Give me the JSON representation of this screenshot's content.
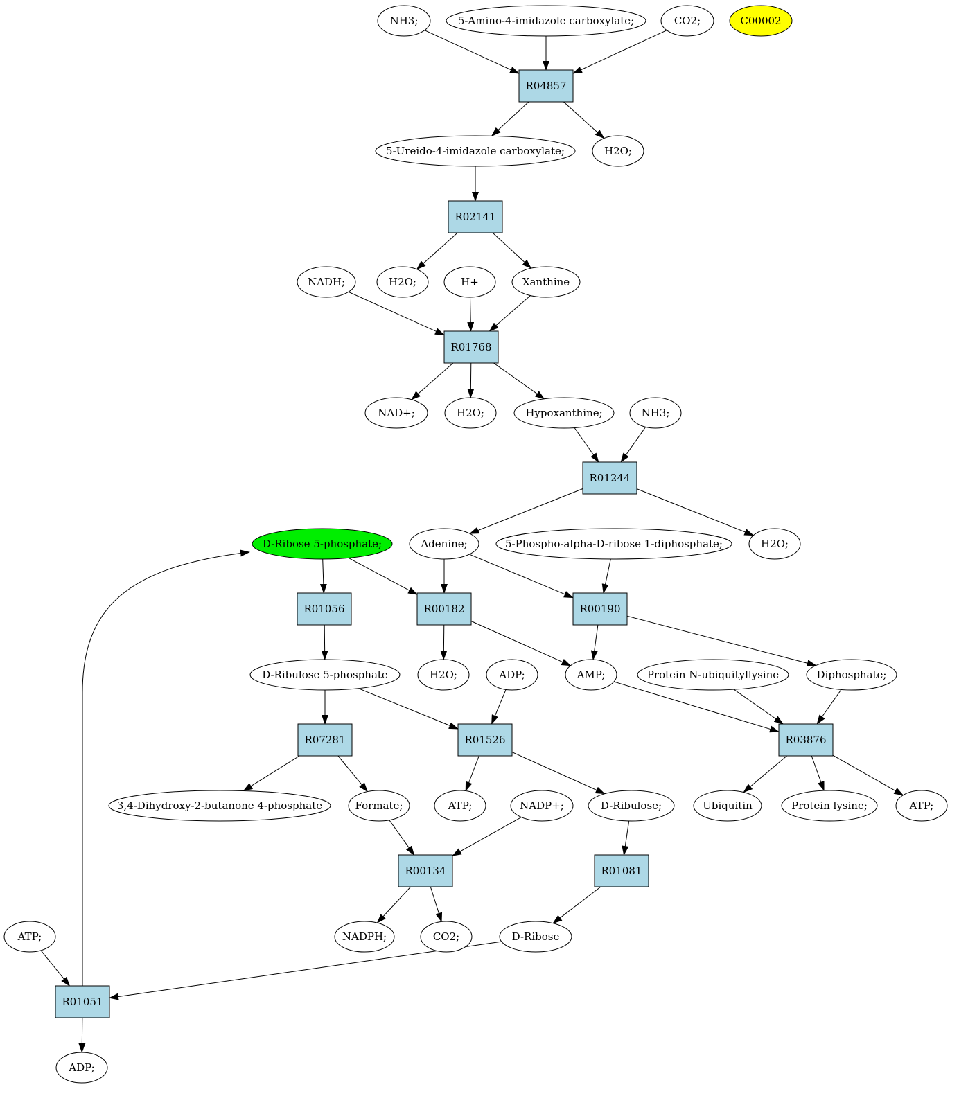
{
  "colors": {
    "reaction_fill": "#add8e6",
    "compound_fill": "#ffffff",
    "highlight_green": "#00ee00",
    "highlight_yellow": "#ffff00"
  },
  "nodes": [
    {
      "id": "nh3_top",
      "kind": "compound",
      "label": "NH3;"
    },
    {
      "id": "aica",
      "kind": "compound",
      "label": "5-Amino-4-imidazole carboxylate;"
    },
    {
      "id": "co2_top",
      "kind": "compound",
      "label": "CO2;"
    },
    {
      "id": "c00002",
      "kind": "compound",
      "label": "C00002",
      "fill": "highlight_yellow"
    },
    {
      "id": "r04857",
      "kind": "reaction",
      "label": "R04857"
    },
    {
      "id": "uica",
      "kind": "compound",
      "label": "5-Ureido-4-imidazole carboxylate;"
    },
    {
      "id": "h2o_1",
      "kind": "compound",
      "label": "H2O;"
    },
    {
      "id": "r02141",
      "kind": "reaction",
      "label": "R02141"
    },
    {
      "id": "nadh",
      "kind": "compound",
      "label": "NADH;"
    },
    {
      "id": "h2o_2",
      "kind": "compound",
      "label": "H2O;"
    },
    {
      "id": "hplus",
      "kind": "compound",
      "label": "H+"
    },
    {
      "id": "xanthine",
      "kind": "compound",
      "label": "Xanthine"
    },
    {
      "id": "r01768",
      "kind": "reaction",
      "label": "R01768"
    },
    {
      "id": "nadplus",
      "kind": "compound",
      "label": "NAD+;"
    },
    {
      "id": "h2o_3",
      "kind": "compound",
      "label": "H2O;"
    },
    {
      "id": "hypoxanthine",
      "kind": "compound",
      "label": "Hypoxanthine;"
    },
    {
      "id": "nh3_2",
      "kind": "compound",
      "label": "NH3;"
    },
    {
      "id": "r01244",
      "kind": "reaction",
      "label": "R01244"
    },
    {
      "id": "ribose5p",
      "kind": "compound",
      "label": "D-Ribose 5-phosphate;",
      "fill": "highlight_green"
    },
    {
      "id": "adenine",
      "kind": "compound",
      "label": "Adenine;"
    },
    {
      "id": "prpp",
      "kind": "compound",
      "label": "5-Phospho-alpha-D-ribose 1-diphosphate;"
    },
    {
      "id": "h2o_4",
      "kind": "compound",
      "label": "H2O;"
    },
    {
      "id": "r01056",
      "kind": "reaction",
      "label": "R01056"
    },
    {
      "id": "r00182",
      "kind": "reaction",
      "label": "R00182"
    },
    {
      "id": "r00190",
      "kind": "reaction",
      "label": "R00190"
    },
    {
      "id": "ribulose5p",
      "kind": "compound",
      "label": "D-Ribulose 5-phosphate"
    },
    {
      "id": "h2o_5",
      "kind": "compound",
      "label": "H2O;"
    },
    {
      "id": "adp_1",
      "kind": "compound",
      "label": "ADP;"
    },
    {
      "id": "amp",
      "kind": "compound",
      "label": "AMP;"
    },
    {
      "id": "protein_ub",
      "kind": "compound",
      "label": "Protein N-ubiquityllysine"
    },
    {
      "id": "diphosphate",
      "kind": "compound",
      "label": "Diphosphate;"
    },
    {
      "id": "r07281",
      "kind": "reaction",
      "label": "R07281"
    },
    {
      "id": "r01526",
      "kind": "reaction",
      "label": "R01526"
    },
    {
      "id": "r03876",
      "kind": "reaction",
      "label": "R03876"
    },
    {
      "id": "dhbp",
      "kind": "compound",
      "label": "3,4-Dihydroxy-2-butanone 4-phosphate"
    },
    {
      "id": "formate",
      "kind": "compound",
      "label": "Formate;"
    },
    {
      "id": "atp_1",
      "kind": "compound",
      "label": "ATP;"
    },
    {
      "id": "nadpplus",
      "kind": "compound",
      "label": "NADP+;"
    },
    {
      "id": "ribulose",
      "kind": "compound",
      "label": "D-Ribulose;"
    },
    {
      "id": "ubiquitin",
      "kind": "compound",
      "label": "Ubiquitin"
    },
    {
      "id": "protein_lys",
      "kind": "compound",
      "label": "Protein lysine;"
    },
    {
      "id": "atp_2",
      "kind": "compound",
      "label": "ATP;"
    },
    {
      "id": "r00134",
      "kind": "reaction",
      "label": "R00134"
    },
    {
      "id": "r01081",
      "kind": "reaction",
      "label": "R01081"
    },
    {
      "id": "atp_3",
      "kind": "compound",
      "label": "ATP;"
    },
    {
      "id": "nadph",
      "kind": "compound",
      "label": "NADPH;"
    },
    {
      "id": "co2_2",
      "kind": "compound",
      "label": "CO2;"
    },
    {
      "id": "dribose",
      "kind": "compound",
      "label": "D-Ribose"
    },
    {
      "id": "r01051",
      "kind": "reaction",
      "label": "R01051"
    },
    {
      "id": "adp_2",
      "kind": "compound",
      "label": "ADP;"
    }
  ],
  "edges": [
    {
      "from": "nh3_top",
      "to": "r04857"
    },
    {
      "from": "aica",
      "to": "r04857"
    },
    {
      "from": "co2_top",
      "to": "r04857"
    },
    {
      "from": "r04857",
      "to": "uica"
    },
    {
      "from": "r04857",
      "to": "h2o_1"
    },
    {
      "from": "uica",
      "to": "r02141"
    },
    {
      "from": "r02141",
      "to": "h2o_2"
    },
    {
      "from": "r02141",
      "to": "xanthine"
    },
    {
      "from": "nadh",
      "to": "r01768"
    },
    {
      "from": "hplus",
      "to": "r01768"
    },
    {
      "from": "xanthine",
      "to": "r01768"
    },
    {
      "from": "r01768",
      "to": "nadplus"
    },
    {
      "from": "r01768",
      "to": "h2o_3"
    },
    {
      "from": "r01768",
      "to": "hypoxanthine"
    },
    {
      "from": "hypoxanthine",
      "to": "r01244"
    },
    {
      "from": "nh3_2",
      "to": "r01244"
    },
    {
      "from": "r01244",
      "to": "adenine"
    },
    {
      "from": "r01244",
      "to": "h2o_4"
    },
    {
      "from": "ribose5p",
      "to": "r01056"
    },
    {
      "from": "ribose5p",
      "to": "r00182"
    },
    {
      "from": "adenine",
      "to": "r00182"
    },
    {
      "from": "adenine",
      "to": "r00190"
    },
    {
      "from": "prpp",
      "to": "r00190"
    },
    {
      "from": "r01056",
      "to": "ribulose5p"
    },
    {
      "from": "r00182",
      "to": "h2o_5"
    },
    {
      "from": "r00182",
      "to": "amp"
    },
    {
      "from": "r00190",
      "to": "amp"
    },
    {
      "from": "r00190",
      "to": "diphosphate"
    },
    {
      "from": "ribulose5p",
      "to": "r07281"
    },
    {
      "from": "ribulose5p",
      "to": "r01526"
    },
    {
      "from": "adp_1",
      "to": "r01526"
    },
    {
      "from": "amp",
      "to": "r03876"
    },
    {
      "from": "protein_ub",
      "to": "r03876"
    },
    {
      "from": "diphosphate",
      "to": "r03876"
    },
    {
      "from": "r07281",
      "to": "dhbp"
    },
    {
      "from": "r07281",
      "to": "formate"
    },
    {
      "from": "r01526",
      "to": "atp_1"
    },
    {
      "from": "r01526",
      "to": "ribulose"
    },
    {
      "from": "r03876",
      "to": "ubiquitin"
    },
    {
      "from": "r03876",
      "to": "protein_lys"
    },
    {
      "from": "r03876",
      "to": "atp_2"
    },
    {
      "from": "formate",
      "to": "r00134"
    },
    {
      "from": "nadpplus",
      "to": "r00134"
    },
    {
      "from": "ribulose",
      "to": "r01081"
    },
    {
      "from": "r00134",
      "to": "nadph"
    },
    {
      "from": "r00134",
      "to": "co2_2"
    },
    {
      "from": "r01081",
      "to": "dribose"
    },
    {
      "from": "atp_3",
      "to": "r01051"
    },
    {
      "from": "dribose",
      "to": "r01051"
    },
    {
      "from": "r01051",
      "to": "adp_2"
    },
    {
      "from": "r01051",
      "to": "ribose5p"
    }
  ]
}
